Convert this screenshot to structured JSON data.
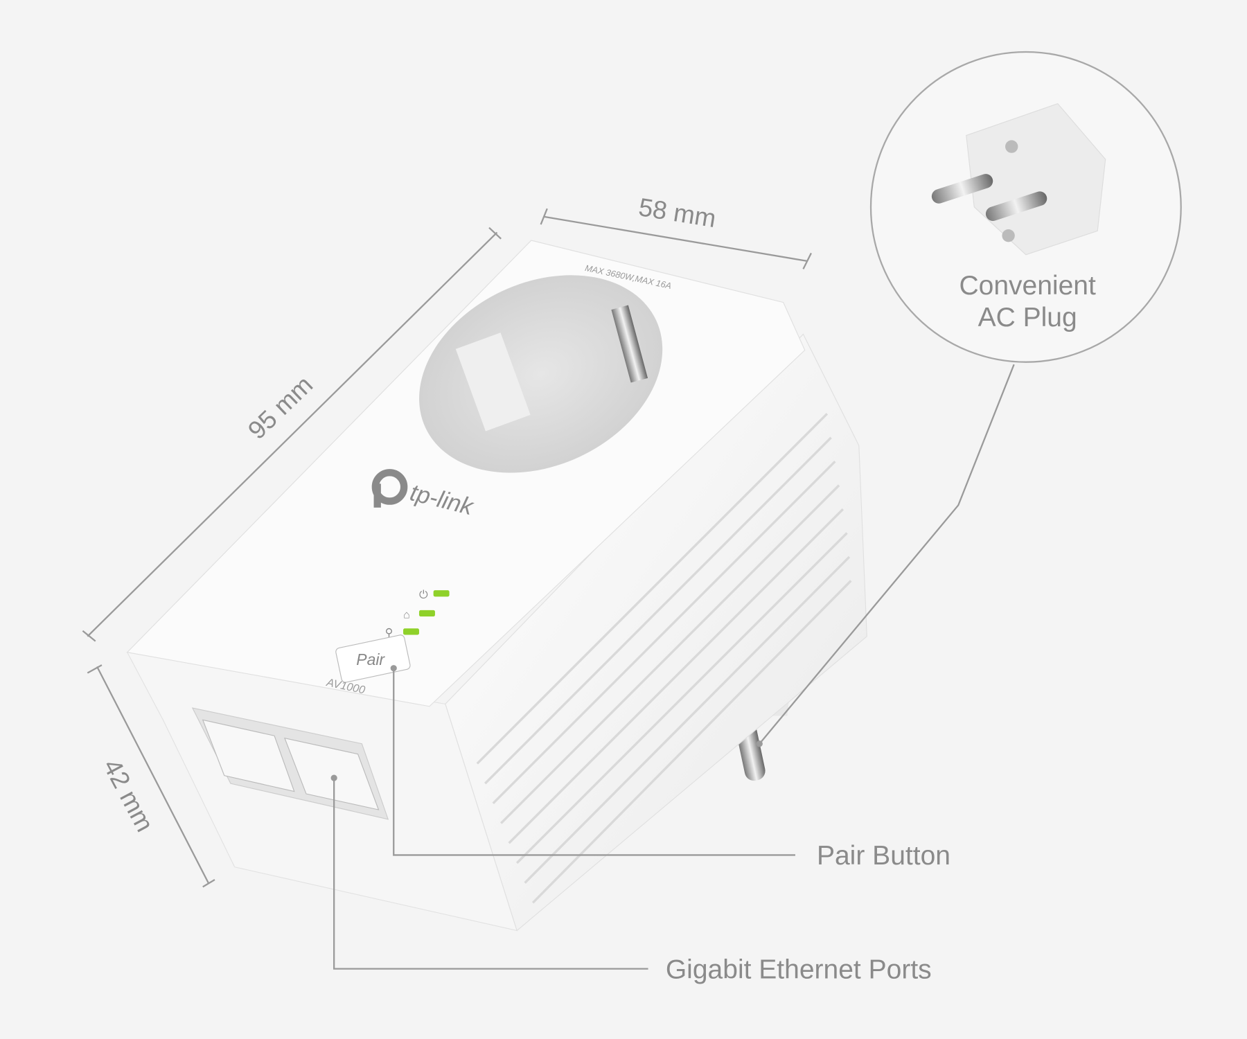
{
  "dimensions": {
    "width": "58 mm",
    "length": "95 mm",
    "depth": "42 mm"
  },
  "callouts": {
    "ac_plug_line1": "Convenient",
    "ac_plug_line2": "AC Plug",
    "pair_button": "Pair Button",
    "ethernet_ports": "Gigabit Ethernet Ports"
  },
  "device": {
    "rating": "MAX 3680W,MAX 16A",
    "brand": "tp-link",
    "pair_label": "Pair",
    "model": "AV1000",
    "led_color": "#8fd12a"
  }
}
